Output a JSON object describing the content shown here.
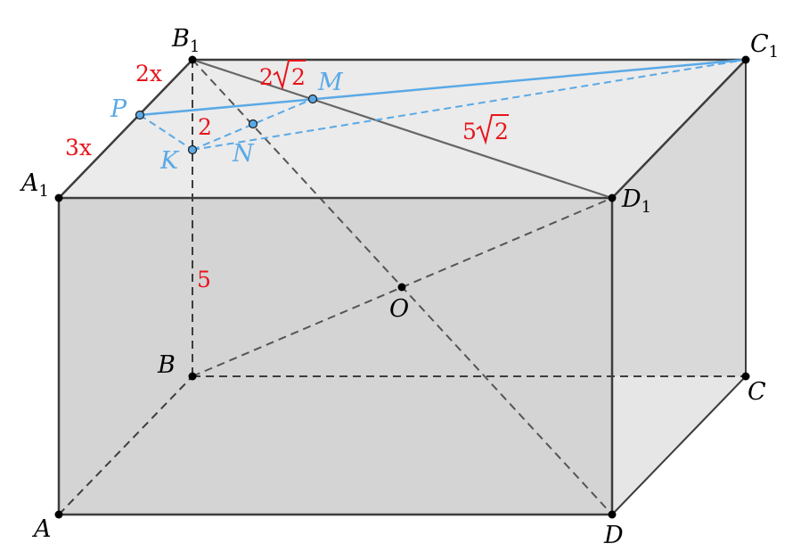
{
  "diagram": {
    "vertices": {
      "A": {
        "name": "A",
        "sub": ""
      },
      "B": {
        "name": "B",
        "sub": ""
      },
      "C": {
        "name": "C",
        "sub": ""
      },
      "D": {
        "name": "D",
        "sub": ""
      },
      "A1": {
        "name": "A",
        "sub": "1"
      },
      "B1": {
        "name": "B",
        "sub": "1"
      },
      "C1": {
        "name": "C",
        "sub": "1"
      },
      "D1": {
        "name": "D",
        "sub": "1"
      },
      "O": {
        "name": "O",
        "sub": ""
      }
    },
    "section_points": {
      "P": "P",
      "K": "K",
      "N": "N",
      "M": "M"
    },
    "measurements": {
      "B1P": "2x",
      "PA1": "3x",
      "B1K": "2",
      "KB": "5",
      "B1M_prefix": "2",
      "B1M_radicand": "2",
      "MD1_prefix": "5",
      "MD1_radicand": "2"
    },
    "colors": {
      "section": "#5aa9e6",
      "measure": "#e8141b",
      "edge": "#3d3d3d",
      "hidden": "#555555",
      "front_face": "#d4d4d4",
      "top_face": "#ebebeb",
      "side_face": "#e6e6e6",
      "bottom_face": "#c3c3c3"
    }
  }
}
